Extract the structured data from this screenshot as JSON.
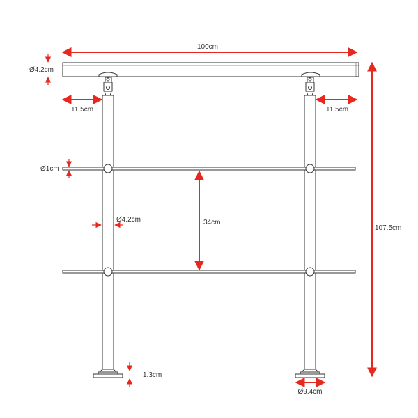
{
  "labels": {
    "top_width": "100cm",
    "handrail_diameter": "Ø4.2cm",
    "left_offset": "11.5cm",
    "right_offset": "11.5cm",
    "rod_diameter": "Ø1cm",
    "post_diameter": "Ø4.2cm",
    "rail_spacing": "34cm",
    "total_height": "107.5cm",
    "base_thickness": "1.3cm",
    "base_diameter": "Ø9.4cm"
  },
  "colors": {
    "dimension": "#e8281e",
    "outline": "#333333"
  }
}
